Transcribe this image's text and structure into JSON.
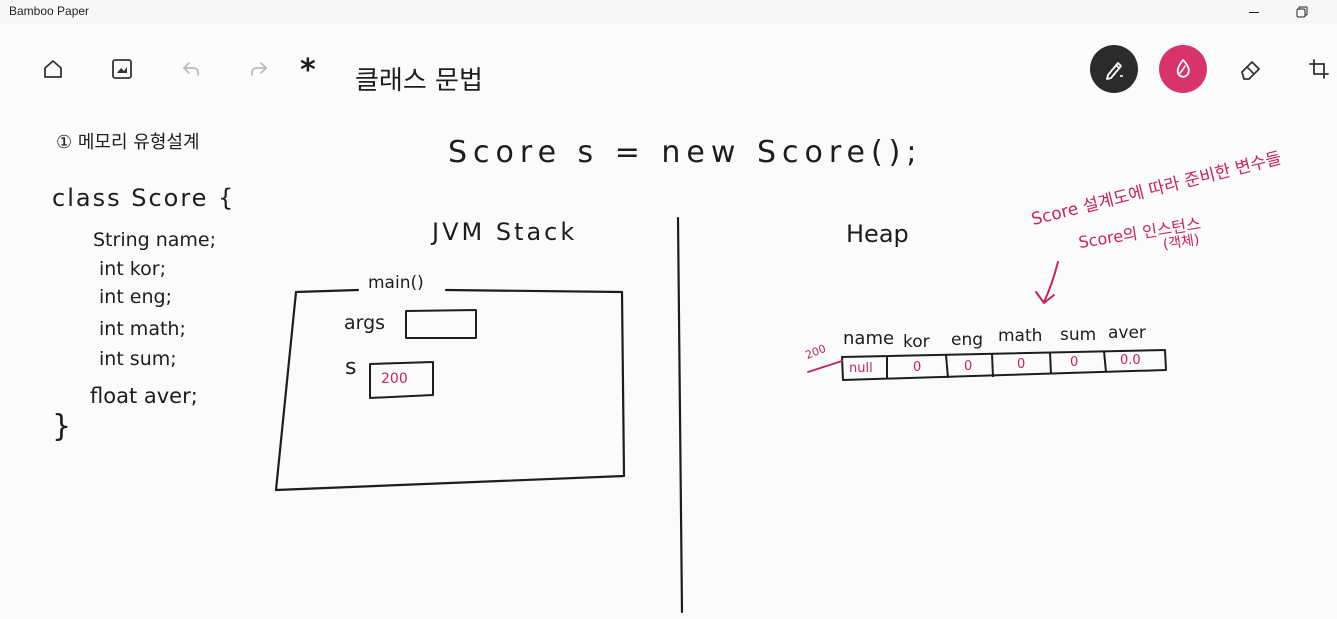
{
  "window": {
    "title": "Bamboo Paper",
    "minimize_icon": "minimize-icon",
    "restore_icon": "restore-icon"
  },
  "toolbar": {
    "icons": [
      "home-icon",
      "gallery-icon",
      "undo-icon",
      "redo-icon"
    ],
    "tools": [
      "pen-tool-icon",
      "brush-tool-icon",
      "eraser-icon",
      "crop-icon"
    ],
    "pen_color": "#2b2b2b",
    "brush_color": "#d8336a"
  },
  "page": {
    "title_mark": "*",
    "title": "클래스 문법"
  },
  "notes": {
    "section_heading": "① 메모리 유형설계",
    "statement": "Score s = new Score();",
    "class_code": {
      "header": "class Score {",
      "fields": [
        "String name;",
        "int kor;",
        "int eng;",
        "int math;",
        "int sum;",
        "float aver;"
      ],
      "closing": "}"
    },
    "stack": {
      "heading": "JVM Stack",
      "frame_label": "main()",
      "args_label": "args",
      "s_label": "s",
      "s_value": "200"
    },
    "heap": {
      "heading": "Heap",
      "address": "200",
      "field_names": [
        "name",
        "kor",
        "eng",
        "math",
        "sum",
        "aver"
      ],
      "field_values": [
        "null",
        "0",
        "0",
        "0",
        "0",
        "0.0"
      ]
    },
    "annotation": {
      "line1": "Score 설계도에 따라 준비한 변수들",
      "line2": "Score의 인스턴스",
      "line3": "(객체)"
    }
  }
}
